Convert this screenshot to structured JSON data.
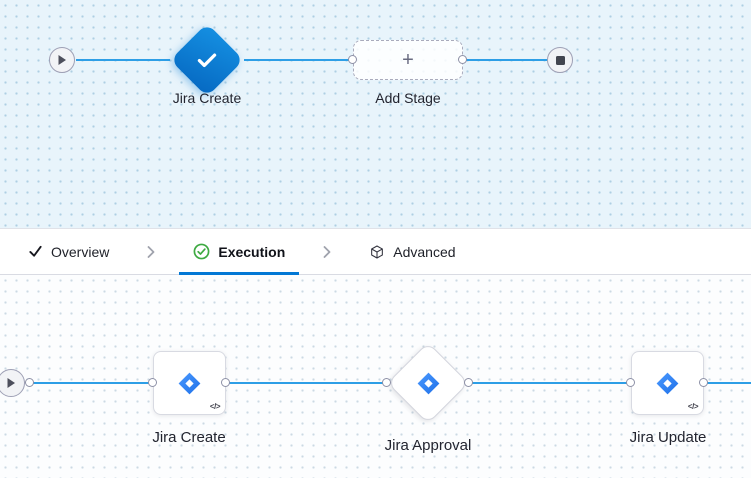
{
  "pipeline_canvas": {
    "stages": [
      {
        "label": "Jira Create"
      }
    ],
    "add_stage": {
      "label": "Add Stage",
      "plus": "+"
    }
  },
  "tabs": {
    "overview": {
      "label": "Overview"
    },
    "execution": {
      "label": "Execution",
      "active": true
    },
    "advanced": {
      "label": "Advanced"
    }
  },
  "execution_canvas": {
    "steps": [
      {
        "label": "Jira Create",
        "type": "step"
      },
      {
        "label": "Jira Approval",
        "type": "approval"
      },
      {
        "label": "Jira Update",
        "type": "step"
      }
    ],
    "code_badge": "</>"
  },
  "colors": {
    "accent": "#0278d5",
    "edge": "#2d9ee6",
    "stage_diamond": "#0b7ad1",
    "execution_check_green": "#3eaa42",
    "canvas_top_bg": "#e8f4fb",
    "canvas_bottom_bg": "#fcfdfe"
  }
}
